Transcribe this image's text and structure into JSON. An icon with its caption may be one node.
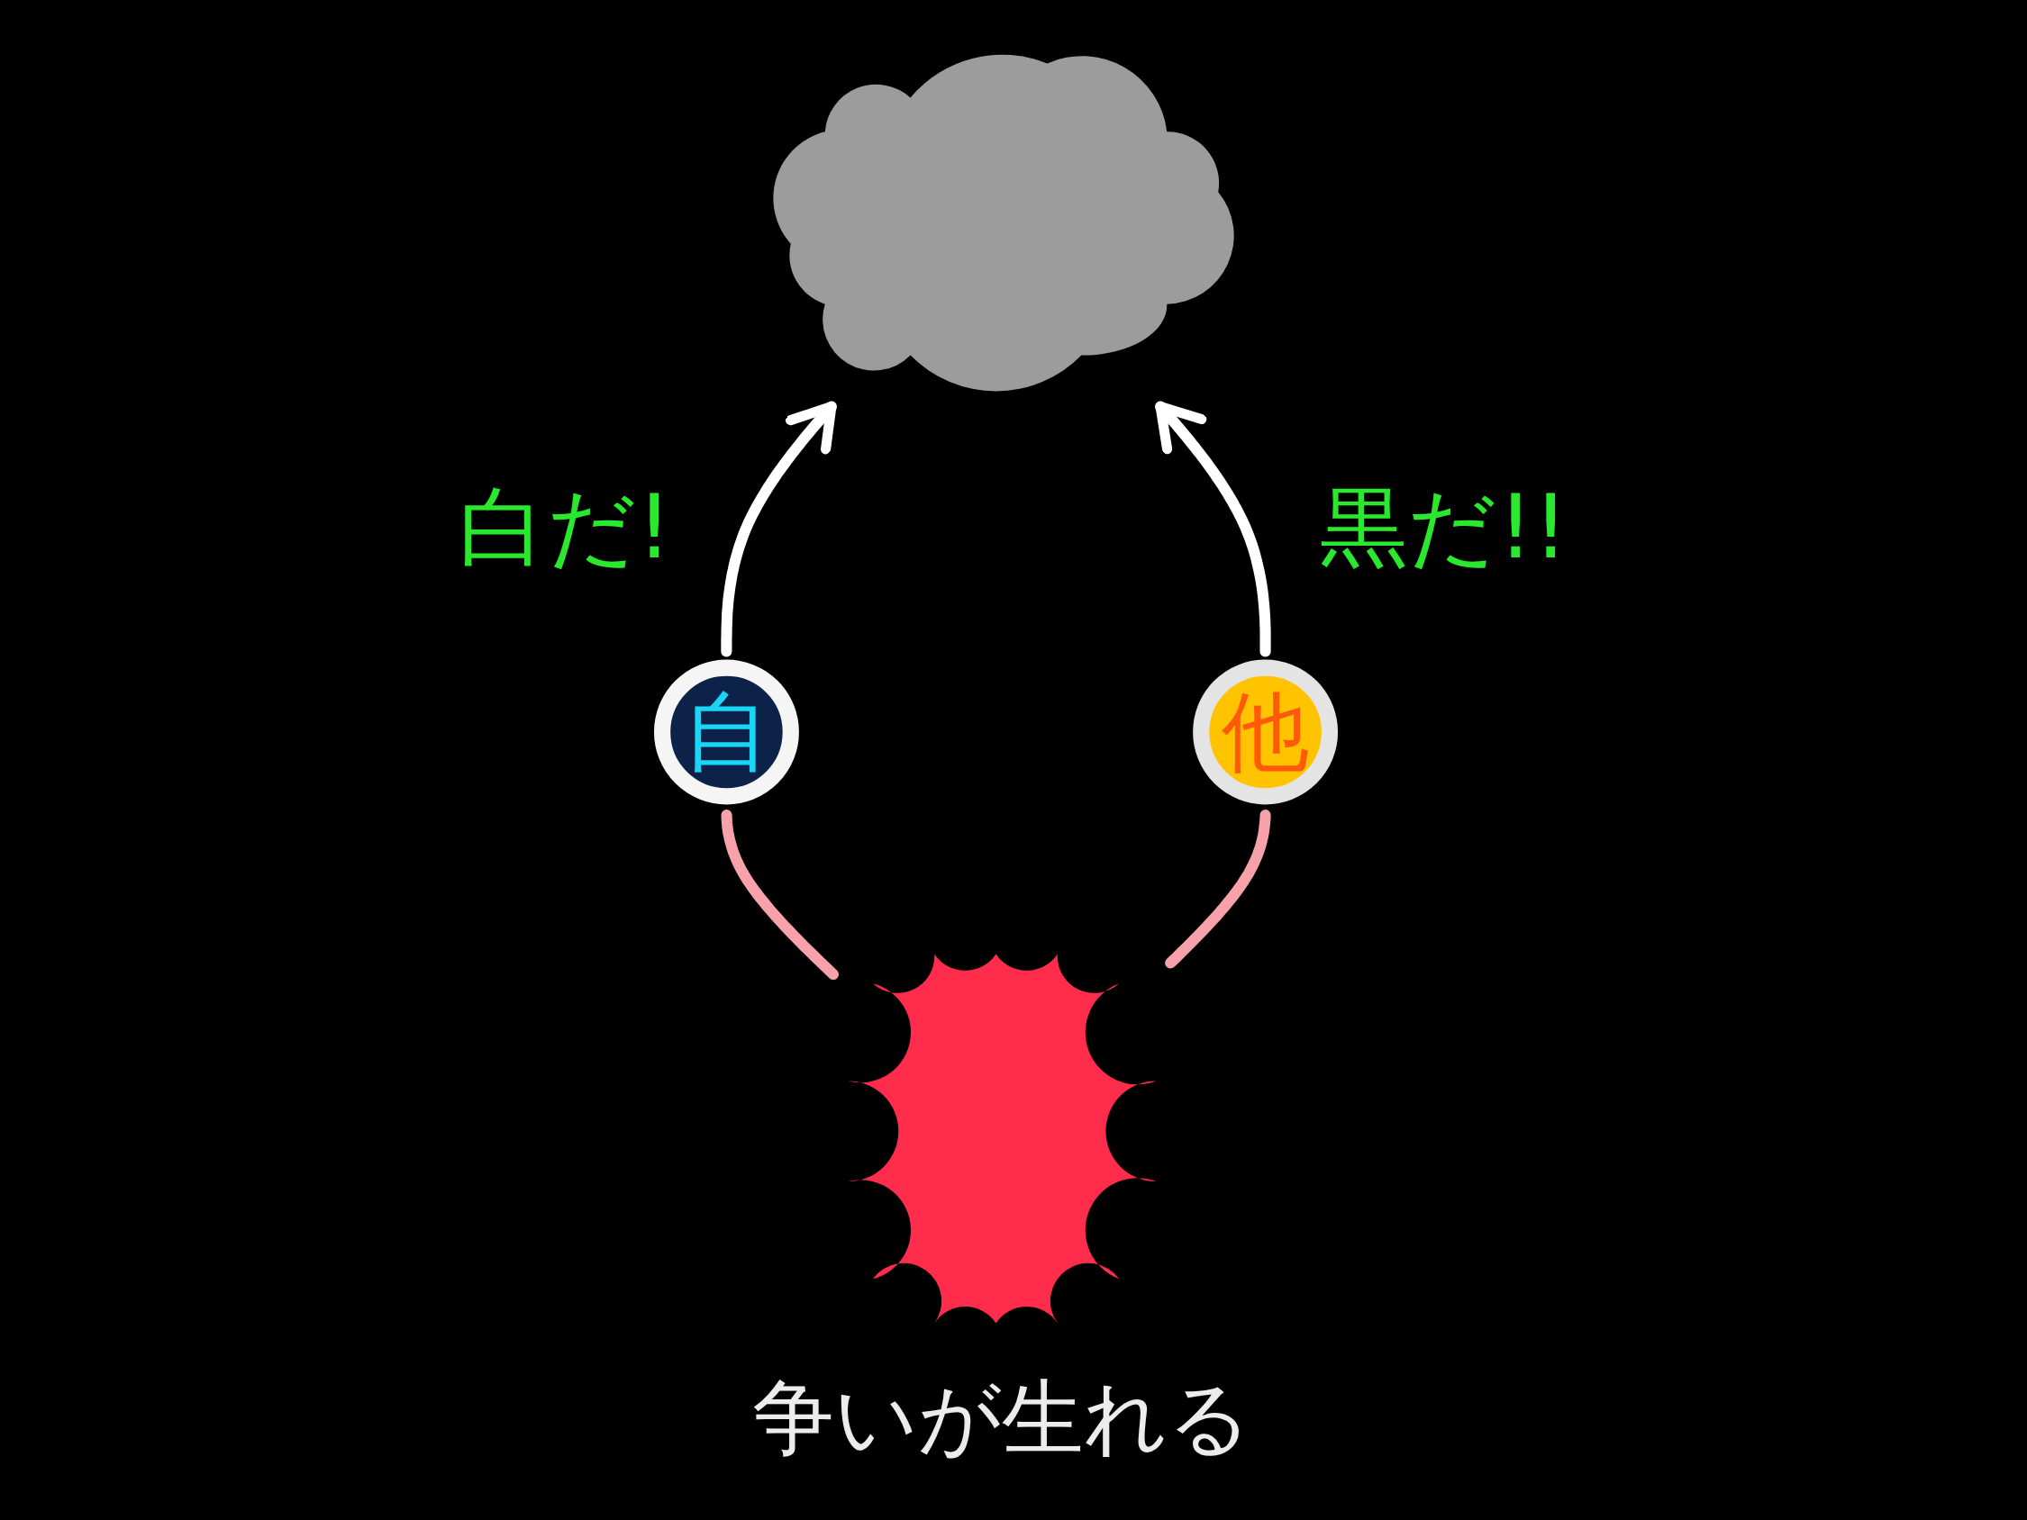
{
  "diagram": {
    "nodes": [
      {
        "text": [],
        "shape": "cloud"
      },
      {
        "text": [
          "自"
        ]
      },
      {
        "text": [],
        "shape": "burst",
        "beside": [
          "争いが生れる"
        ]
      },
      {
        "text": [
          "他"
        ]
      }
    ],
    "edges": [
      {
        "from": 1,
        "to": 0,
        "arrow": "to",
        "label": "白だ!",
        "color": "#ffffff"
      },
      {
        "from": 3,
        "to": 0,
        "arrow": "to",
        "label": "黒だ!!",
        "color": "#ffffff"
      },
      {
        "from": 2,
        "to": 1,
        "arrow": "none",
        "color": "#f7a1ab"
      },
      {
        "from": 2,
        "to": 3,
        "arrow": "none",
        "color": "#f7a1ab"
      }
    ]
  }
}
